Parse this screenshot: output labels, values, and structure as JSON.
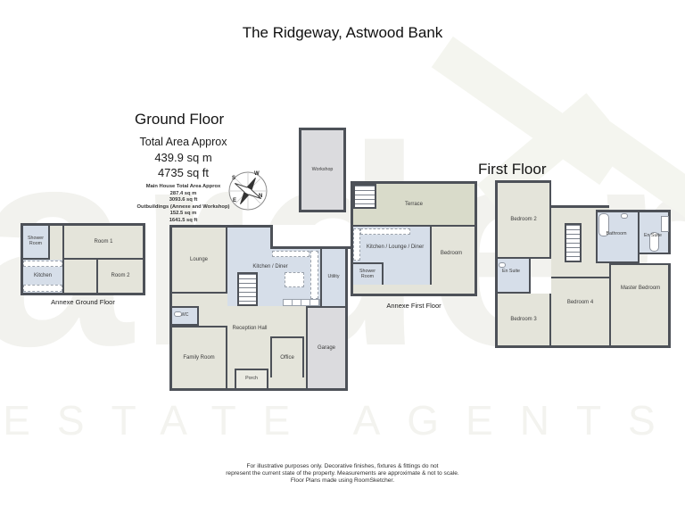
{
  "title": "The Ridgeway, Astwood Bank",
  "headings": {
    "ground_floor": "Ground Floor",
    "first_floor": "First Floor"
  },
  "area_summary": {
    "line1": "Total Area Approx",
    "line2": "439.9 sq m",
    "line3": "4735 sq ft"
  },
  "area_details": [
    "Main House Total Area Approx",
    "287.4 sq m",
    "3093.6 sq ft",
    "Outbuildings (Annexe and Workshop)",
    "152.5 sq m",
    "1641.5 sq ft"
  ],
  "compass": {
    "n": "N",
    "e": "E",
    "s": "S",
    "w": "W"
  },
  "plans": {
    "annexe_ground": {
      "caption": "Annexe Ground Floor",
      "rooms": {
        "shower": "Shower Room",
        "kitchen": "Kitchen",
        "room1": "Room 1",
        "room2": "Room 2"
      }
    },
    "main_ground": {
      "rooms": {
        "lounge": "Lounge",
        "kitchen_diner": "Kitchen / Diner",
        "utility": "Utility",
        "wc": "WC",
        "reception": "Reception Hall",
        "family": "Family Room",
        "office": "Office",
        "garage": "Garage",
        "porch": "Porch"
      }
    },
    "workshop": {
      "rooms": {
        "workshop": "Workshop"
      }
    },
    "annexe_first": {
      "caption": "Annexe First Floor",
      "rooms": {
        "terrace": "Terrace",
        "kld": "Kitchen / Lounge / Diner",
        "bedroom": "Bedroom",
        "shower": "Shower Room"
      }
    },
    "first_floor": {
      "rooms": {
        "bedroom2": "Bedroom 2",
        "bathroom": "Bathroom",
        "ensuite_right": "En Suite",
        "ensuite_left": "En Suite",
        "bedroom3": "Bedroom 3",
        "bedroom4": "Bedroom 4",
        "master": "Master Bedroom"
      }
    }
  },
  "footer": [
    "For illustrative purposes only. Decorative finishes, fixtures & fittings do not",
    "represent the current state of the property. Measurements are approximate & not to scale.",
    "Floor Plans made using RoomSketcher."
  ],
  "watermark": {
    "brand": "arden",
    "tagline": "ESTATE AGENTS"
  },
  "colors": {
    "wall": "#4d5158",
    "room_fill": "#e4e4da",
    "wet_room_fill": "#d6dee9",
    "garage_fill": "#dbdbde",
    "terrace_fill": "#d9dbca",
    "watermark": "#f2f2ee"
  }
}
